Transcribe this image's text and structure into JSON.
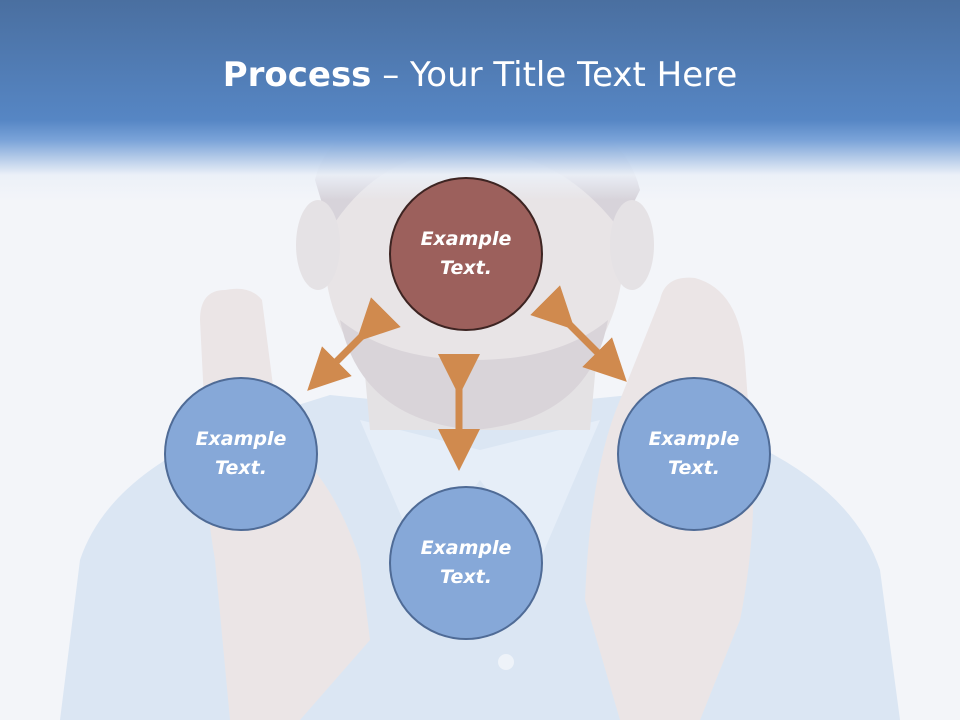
{
  "slide": {
    "title_bold": "Process",
    "title_rest": " – Your Title Text Here"
  },
  "nodes": [
    {
      "id": "top",
      "label": "Example Text.",
      "color": "#9c605c"
    },
    {
      "id": "left",
      "label": "Example Text.",
      "color": "#86a8d8"
    },
    {
      "id": "bottom",
      "label": "Example Text.",
      "color": "#86a8d8"
    },
    {
      "id": "right",
      "label": "Example Text.",
      "color": "#86a8d8"
    }
  ],
  "colors": {
    "header": "#5686c4",
    "arrow": "#d08a4e"
  }
}
